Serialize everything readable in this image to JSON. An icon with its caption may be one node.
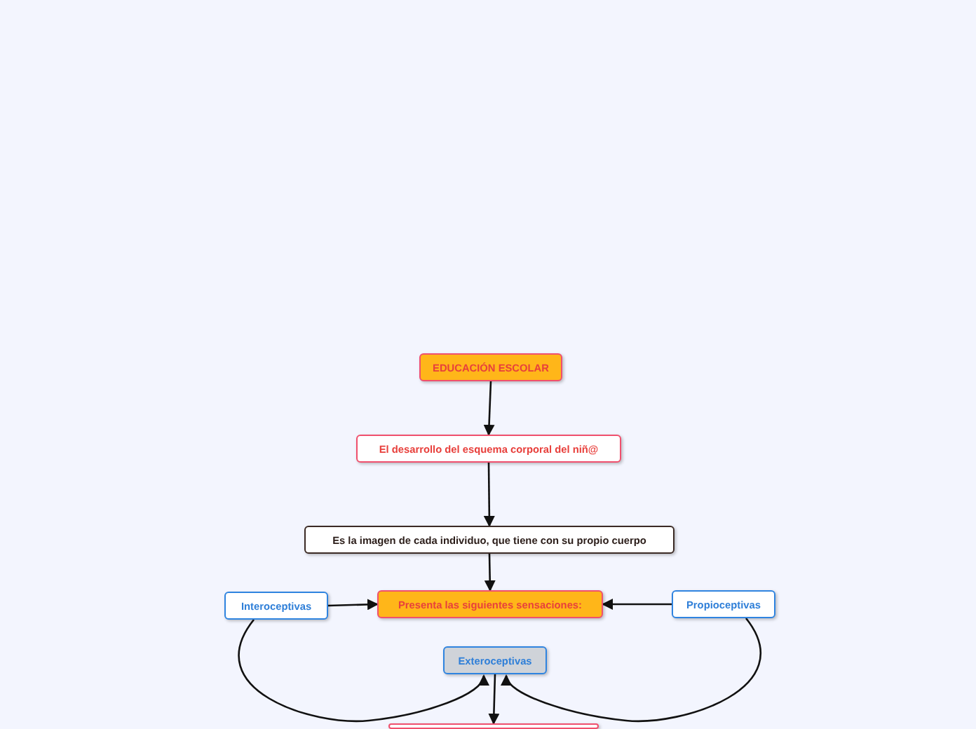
{
  "diagram": {
    "nodes": [
      {
        "text": [
          "EDUCACIÓN ESCOLAR"
        ]
      },
      {
        "text": [
          "El desarrollo del esquema corporal del niñ@"
        ]
      },
      {
        "text": [
          "Es la imagen de cada individuo, que tiene con su propio cuerpo"
        ]
      },
      {
        "text": [
          "Presenta las siguientes sensaciones:"
        ]
      },
      {
        "text": [
          "Interoceptivas"
        ]
      },
      {
        "text": [
          "Propioceptivas"
        ]
      },
      {
        "text": [
          "Exteroceptivas"
        ]
      },
      {
        "text": [],
        "shape": "box"
      }
    ],
    "edges": [
      {
        "from": 0,
        "to": 1,
        "arrow": "to"
      },
      {
        "from": 1,
        "to": 2,
        "arrow": "to"
      },
      {
        "from": 2,
        "to": 3,
        "arrow": "to"
      },
      {
        "from": 4,
        "to": 3,
        "arrow": "to"
      },
      {
        "from": 5,
        "to": 3,
        "arrow": "to"
      },
      {
        "from": 4,
        "to": 6,
        "arrow": "to"
      },
      {
        "from": 5,
        "to": 6,
        "arrow": "to"
      },
      {
        "from": 6,
        "to": 7,
        "arrow": "to"
      }
    ]
  }
}
